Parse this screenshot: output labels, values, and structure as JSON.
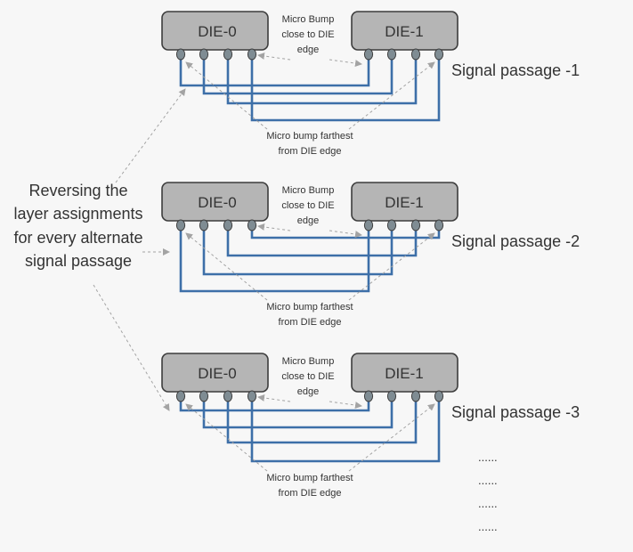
{
  "die_labels": [
    "DIE-0",
    "DIE-1"
  ],
  "near_annotation": [
    "Micro Bump",
    "close to DIE",
    "edge"
  ],
  "far_annotation": [
    "Micro bump farthest",
    "from DIE edge"
  ],
  "left_caption": [
    "Reversing the",
    "layer assignments",
    "for every alternate",
    "signal passage"
  ],
  "passages": [
    "Signal passage -1",
    "Signal passage -2",
    "Signal passage -3"
  ],
  "ellipsis": [
    "......",
    "......",
    "......",
    "......"
  ],
  "colors": {
    "background": "#f7f7f7",
    "die_fill": "#b5b5b5",
    "die_stroke": "#3d3d3d",
    "bump_fill": "#7f8c93",
    "wire": "#3d6fa8",
    "arrow": "#a3a3a3",
    "text": "#333333"
  }
}
